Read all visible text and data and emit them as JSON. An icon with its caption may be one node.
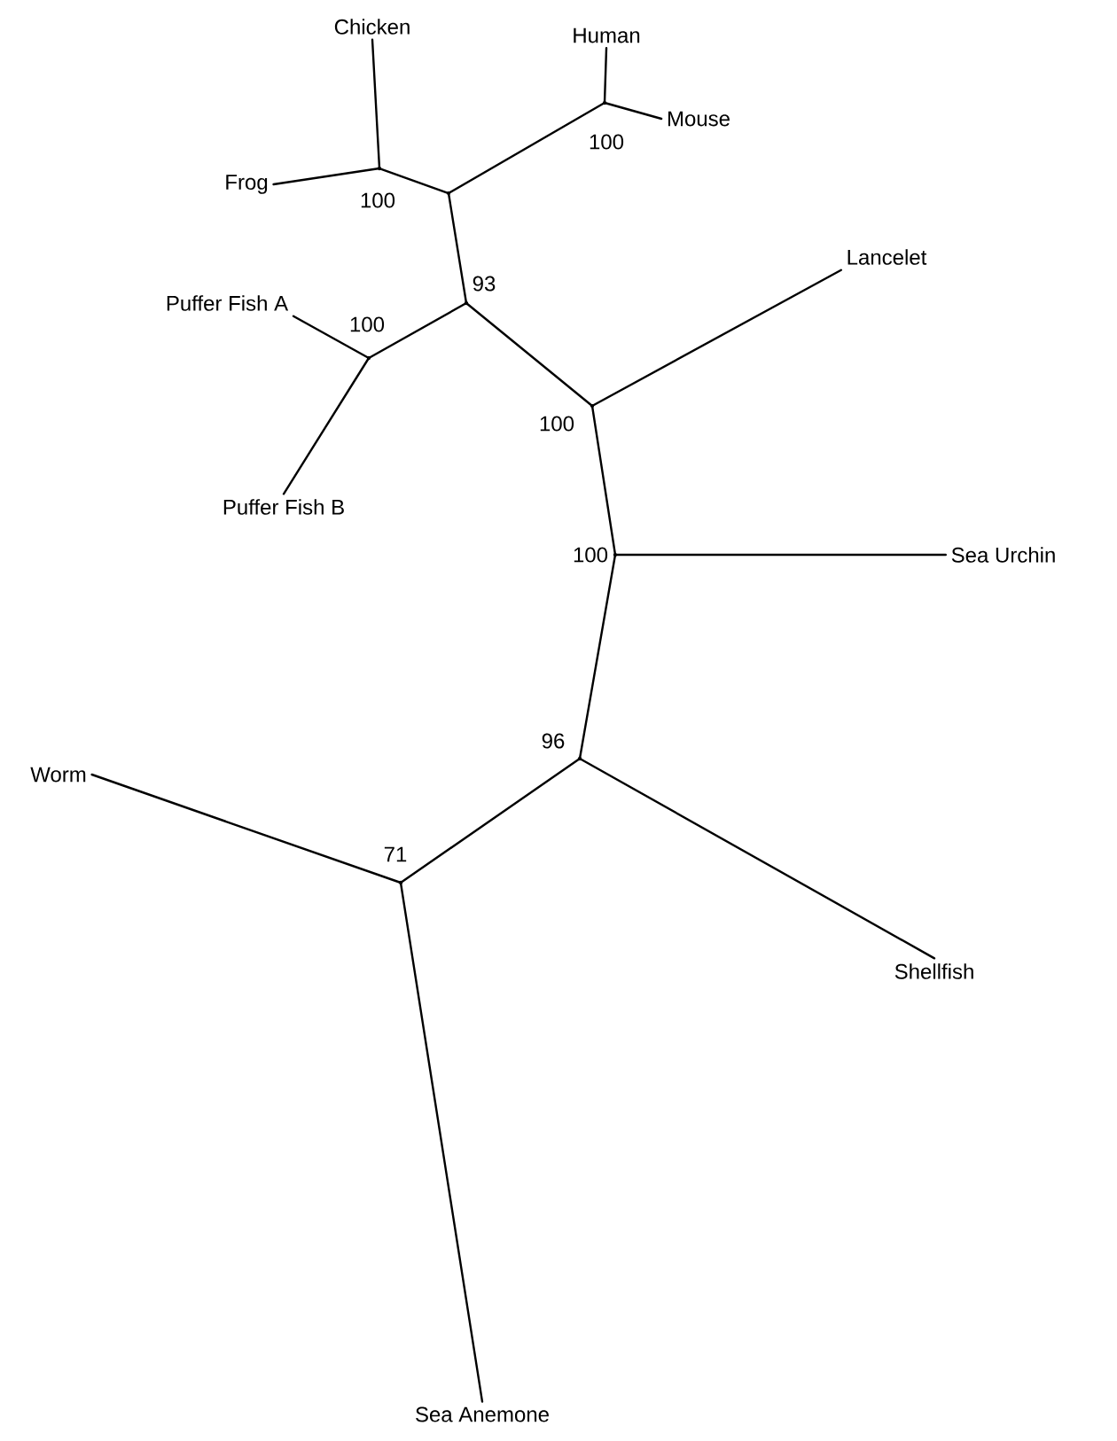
{
  "diagram": {
    "nodes": [
      {
        "text": [
          "Human"
        ]
      },
      {
        "text": [
          "Chicken"
        ]
      },
      {
        "text": [],
        "shape": "point",
        "beside": [
          "100"
        ]
      },
      {
        "text": [
          "Mouse"
        ]
      },
      {
        "text": [
          "Frog"
        ]
      },
      {
        "text": [],
        "shape": "point",
        "beside": [
          "100"
        ]
      },
      {
        "text": [],
        "shape": "point"
      },
      {
        "text": [
          "Lancelet"
        ]
      },
      {
        "text": [
          "Puffer Fish A"
        ]
      },
      {
        "text": [],
        "shape": "point",
        "beside": [
          "93"
        ]
      },
      {
        "text": [],
        "shape": "point",
        "beside": [
          "100"
        ]
      },
      {
        "text": [],
        "shape": "point",
        "beside": [
          "100"
        ]
      },
      {
        "text": [
          "Puffer Fish B"
        ]
      },
      {
        "text": [],
        "shape": "point",
        "beside": [
          "100"
        ]
      },
      {
        "text": [
          "Sea Urchin"
        ]
      },
      {
        "text": [],
        "shape": "point",
        "beside": [
          "96"
        ]
      },
      {
        "text": [
          "Worm"
        ]
      },
      {
        "text": [],
        "shape": "point",
        "beside": [
          "71"
        ]
      },
      {
        "text": [
          "Shellfish"
        ]
      },
      {
        "text": [
          "Sea Anemone"
        ]
      }
    ],
    "edges": [
      {
        "from": 2,
        "to": 0,
        "arrow": "none"
      },
      {
        "from": 2,
        "to": 3,
        "arrow": "none"
      },
      {
        "from": 6,
        "to": 2,
        "arrow": "none"
      },
      {
        "from": 5,
        "to": 1,
        "arrow": "none"
      },
      {
        "from": 5,
        "to": 4,
        "arrow": "none"
      },
      {
        "from": 6,
        "to": 5,
        "arrow": "none"
      },
      {
        "from": 6,
        "to": 9,
        "arrow": "none"
      },
      {
        "from": 9,
        "to": 10,
        "arrow": "none"
      },
      {
        "from": 10,
        "to": 8,
        "arrow": "none"
      },
      {
        "from": 10,
        "to": 12,
        "arrow": "none"
      },
      {
        "from": 9,
        "to": 11,
        "arrow": "none"
      },
      {
        "from": 11,
        "to": 7,
        "arrow": "none"
      },
      {
        "from": 11,
        "to": 13,
        "arrow": "none"
      },
      {
        "from": 13,
        "to": 14,
        "arrow": "none"
      },
      {
        "from": 13,
        "to": 15,
        "arrow": "none"
      },
      {
        "from": 15,
        "to": 18,
        "arrow": "none"
      },
      {
        "from": 15,
        "to": 17,
        "arrow": "none"
      },
      {
        "from": 17,
        "to": 16,
        "arrow": "none"
      },
      {
        "from": 17,
        "to": 19,
        "arrow": "none"
      }
    ]
  }
}
